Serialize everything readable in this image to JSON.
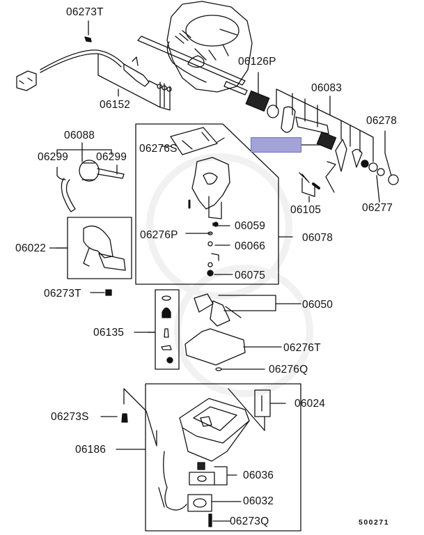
{
  "diagram": {
    "title": "Carburetor assembly exploded parts view",
    "reference_number": "500271",
    "highlight": {
      "description": "Highlighted part callout (label hidden)",
      "color": "#a3a3d8",
      "border_color": "#6f6fbf",
      "points_to": "spring between shaft and lever (06083 group)"
    },
    "callouts": [
      {
        "id": "c1",
        "part": "06273T"
      },
      {
        "id": "c2",
        "part": "06152"
      },
      {
        "id": "c3",
        "part": "06126P"
      },
      {
        "id": "c4",
        "part": "06083"
      },
      {
        "id": "c5",
        "part": "06278"
      },
      {
        "id": "c6",
        "part": "06088"
      },
      {
        "id": "c7",
        "part": "06299"
      },
      {
        "id": "c8",
        "part": "06299"
      },
      {
        "id": "c9",
        "part": "06276S"
      },
      {
        "id": "c10",
        "part": "06105"
      },
      {
        "id": "c11",
        "part": "06277"
      },
      {
        "id": "c12",
        "part": "06022"
      },
      {
        "id": "c13",
        "part": "06059"
      },
      {
        "id": "c14",
        "part": "06276P"
      },
      {
        "id": "c15",
        "part": "06078"
      },
      {
        "id": "c16",
        "part": "06066"
      },
      {
        "id": "c17",
        "part": "06075"
      },
      {
        "id": "c18",
        "part": "06273T"
      },
      {
        "id": "c19",
        "part": "06050"
      },
      {
        "id": "c20",
        "part": "06135"
      },
      {
        "id": "c21",
        "part": "06276T"
      },
      {
        "id": "c22",
        "part": "06276Q"
      },
      {
        "id": "c23",
        "part": "06273S"
      },
      {
        "id": "c24",
        "part": "06024"
      },
      {
        "id": "c25",
        "part": "06186"
      },
      {
        "id": "c26",
        "part": "06036"
      },
      {
        "id": "c27",
        "part": "06032"
      },
      {
        "id": "c28",
        "part": "06273Q"
      }
    ]
  }
}
